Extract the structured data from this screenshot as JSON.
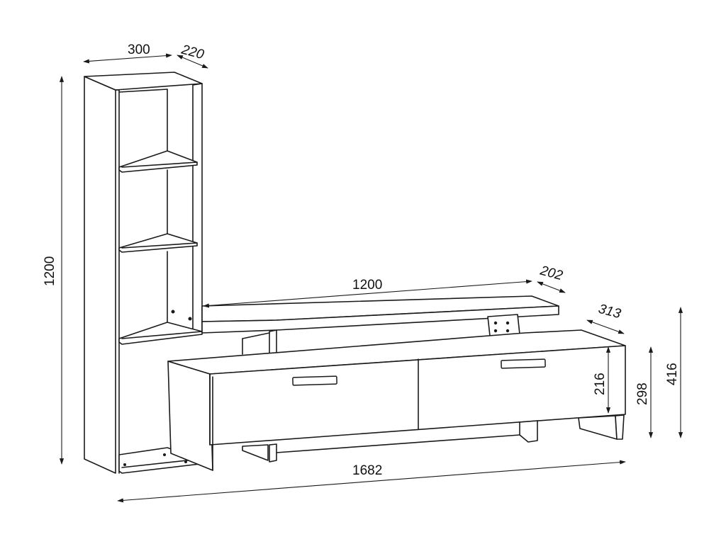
{
  "dimensions": {
    "shelf_width": "300",
    "shelf_depth": "220",
    "total_height": "1200",
    "top_shelf_width": "1200",
    "top_shelf_depth": "202",
    "cabinet_depth": "313",
    "drawer_height": "216",
    "cabinet_height": "298",
    "top_height": "416",
    "total_width": "1682"
  }
}
